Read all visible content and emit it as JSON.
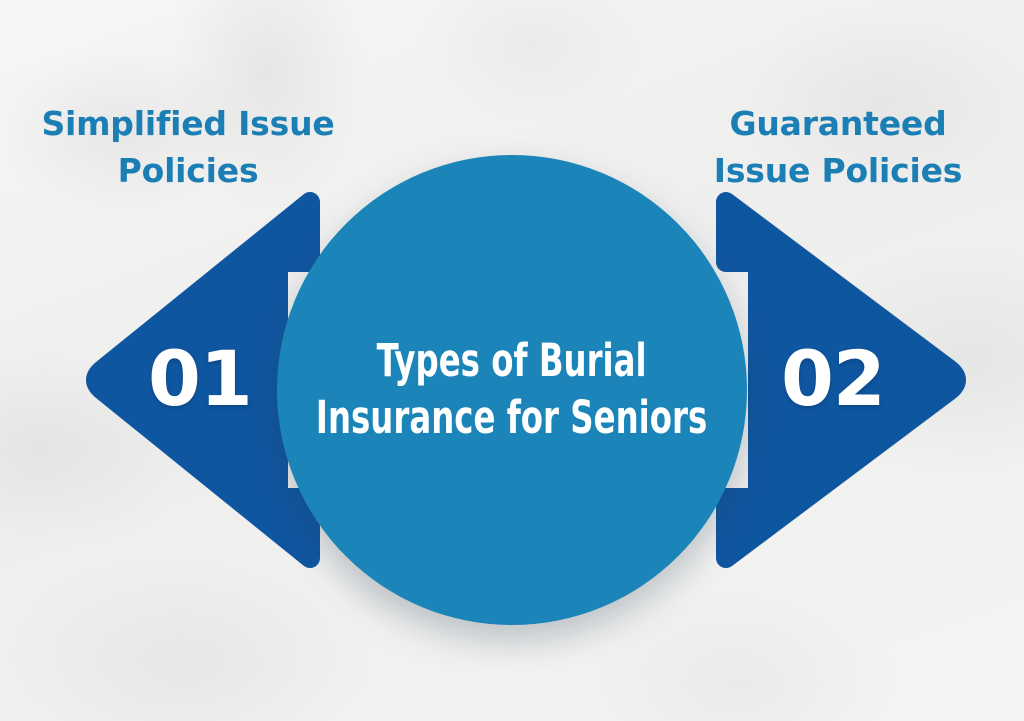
{
  "graphic": {
    "type": "two-option-arrow-infographic",
    "center": {
      "title_line1": "Types of Burial",
      "title_line2": "Insurance for Seniors",
      "shape": "circle",
      "fill_color": "#1b84b8"
    },
    "background_color": "#f3f3f2",
    "options": [
      {
        "number": "01",
        "heading_line1": "Simplified Issue",
        "heading_line2": "Policies",
        "direction": "left",
        "arrow_color": "#0f56a0",
        "heading_color": "#1b7fb5",
        "number_color": "#ffffff"
      },
      {
        "number": "02",
        "heading_line1": "Guaranteed",
        "heading_line2": "Issue Policies",
        "direction": "right",
        "arrow_color": "#0f56a0",
        "heading_color": "#1b7fb5",
        "number_color": "#ffffff"
      }
    ]
  }
}
